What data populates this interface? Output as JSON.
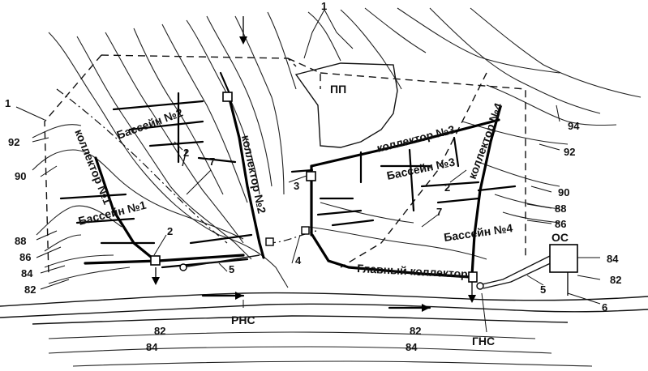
{
  "labels": {
    "pp": "ПП",
    "basin1": "Бассейн №1",
    "basin2": "Бассейн №2",
    "basin3": "Бассейн №3",
    "basin4": "Бассейн №4",
    "collector1": "коллектор №1",
    "collector2": "коллектор №2",
    "collector3": "коллектор №3",
    "collector4": "коллектор №4",
    "main_collector": "Главный коллектор",
    "rns": "РНС",
    "gns": "ГНС",
    "os": "ОС"
  },
  "contour_levels": {
    "c94": "94",
    "c92_left": "92",
    "c92_right": "92",
    "c90_left": "90",
    "c90_right": "90",
    "c88_left": "88",
    "c88_right": "88",
    "c86_left": "86",
    "c86_right": "86",
    "c84_left": "84",
    "c84_right": "84",
    "c82_left": "82",
    "c82_right": "82",
    "c82_river_a": "82",
    "c82_river_b": "82",
    "c84_river_a": "84",
    "c84_river_b": "84"
  },
  "callouts": {
    "n1_top": "1",
    "n1_left": "1",
    "n2_basin2": "2",
    "n2_left": "2",
    "n2_right": "2",
    "n3": "3",
    "n4": "4",
    "n5_left": "5",
    "n5_right": "5",
    "n6": "6",
    "n7_left": "7",
    "n7_right": "7"
  }
}
